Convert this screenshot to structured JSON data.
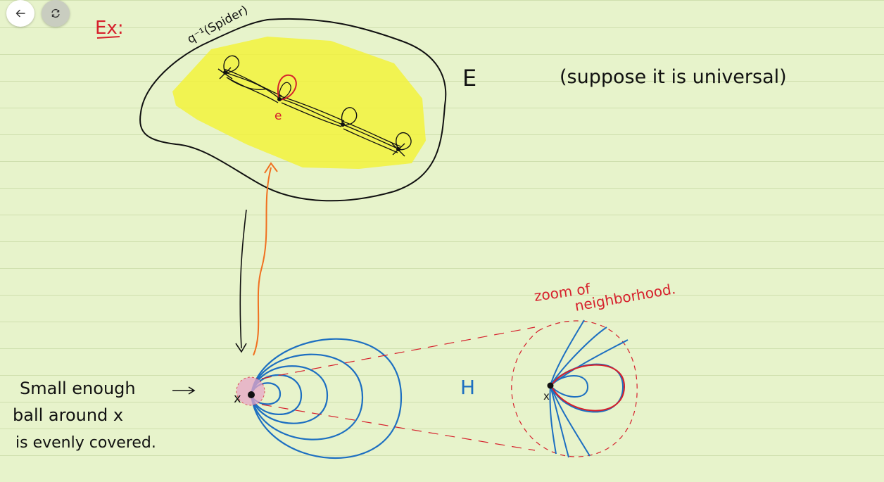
{
  "toolbar": {
    "back_icon": "back-arrow-icon",
    "sync_icon": "sync-icon"
  },
  "notes": {
    "example_label": "Ex:",
    "preimage_label": "q⁻¹(Spider)",
    "space_E": "E",
    "assumption": "(suppose it is universal)",
    "point_e": "e",
    "small_ball_line1": "Small enough",
    "small_ball_line2": "ball around x",
    "small_ball_line3": "is evenly covered.",
    "point_x": "x",
    "space_H": "H",
    "zoom_line1": "zoom of",
    "zoom_line2": "neighborhood.",
    "point_x_zoom": "x"
  },
  "colors": {
    "ink": "#111111",
    "red_ink": "#d6202c",
    "blue_ink": "#1d6fc1",
    "orange_ink": "#f07020",
    "highlight": "#f2f23c",
    "paper": "#e7f3cb"
  }
}
